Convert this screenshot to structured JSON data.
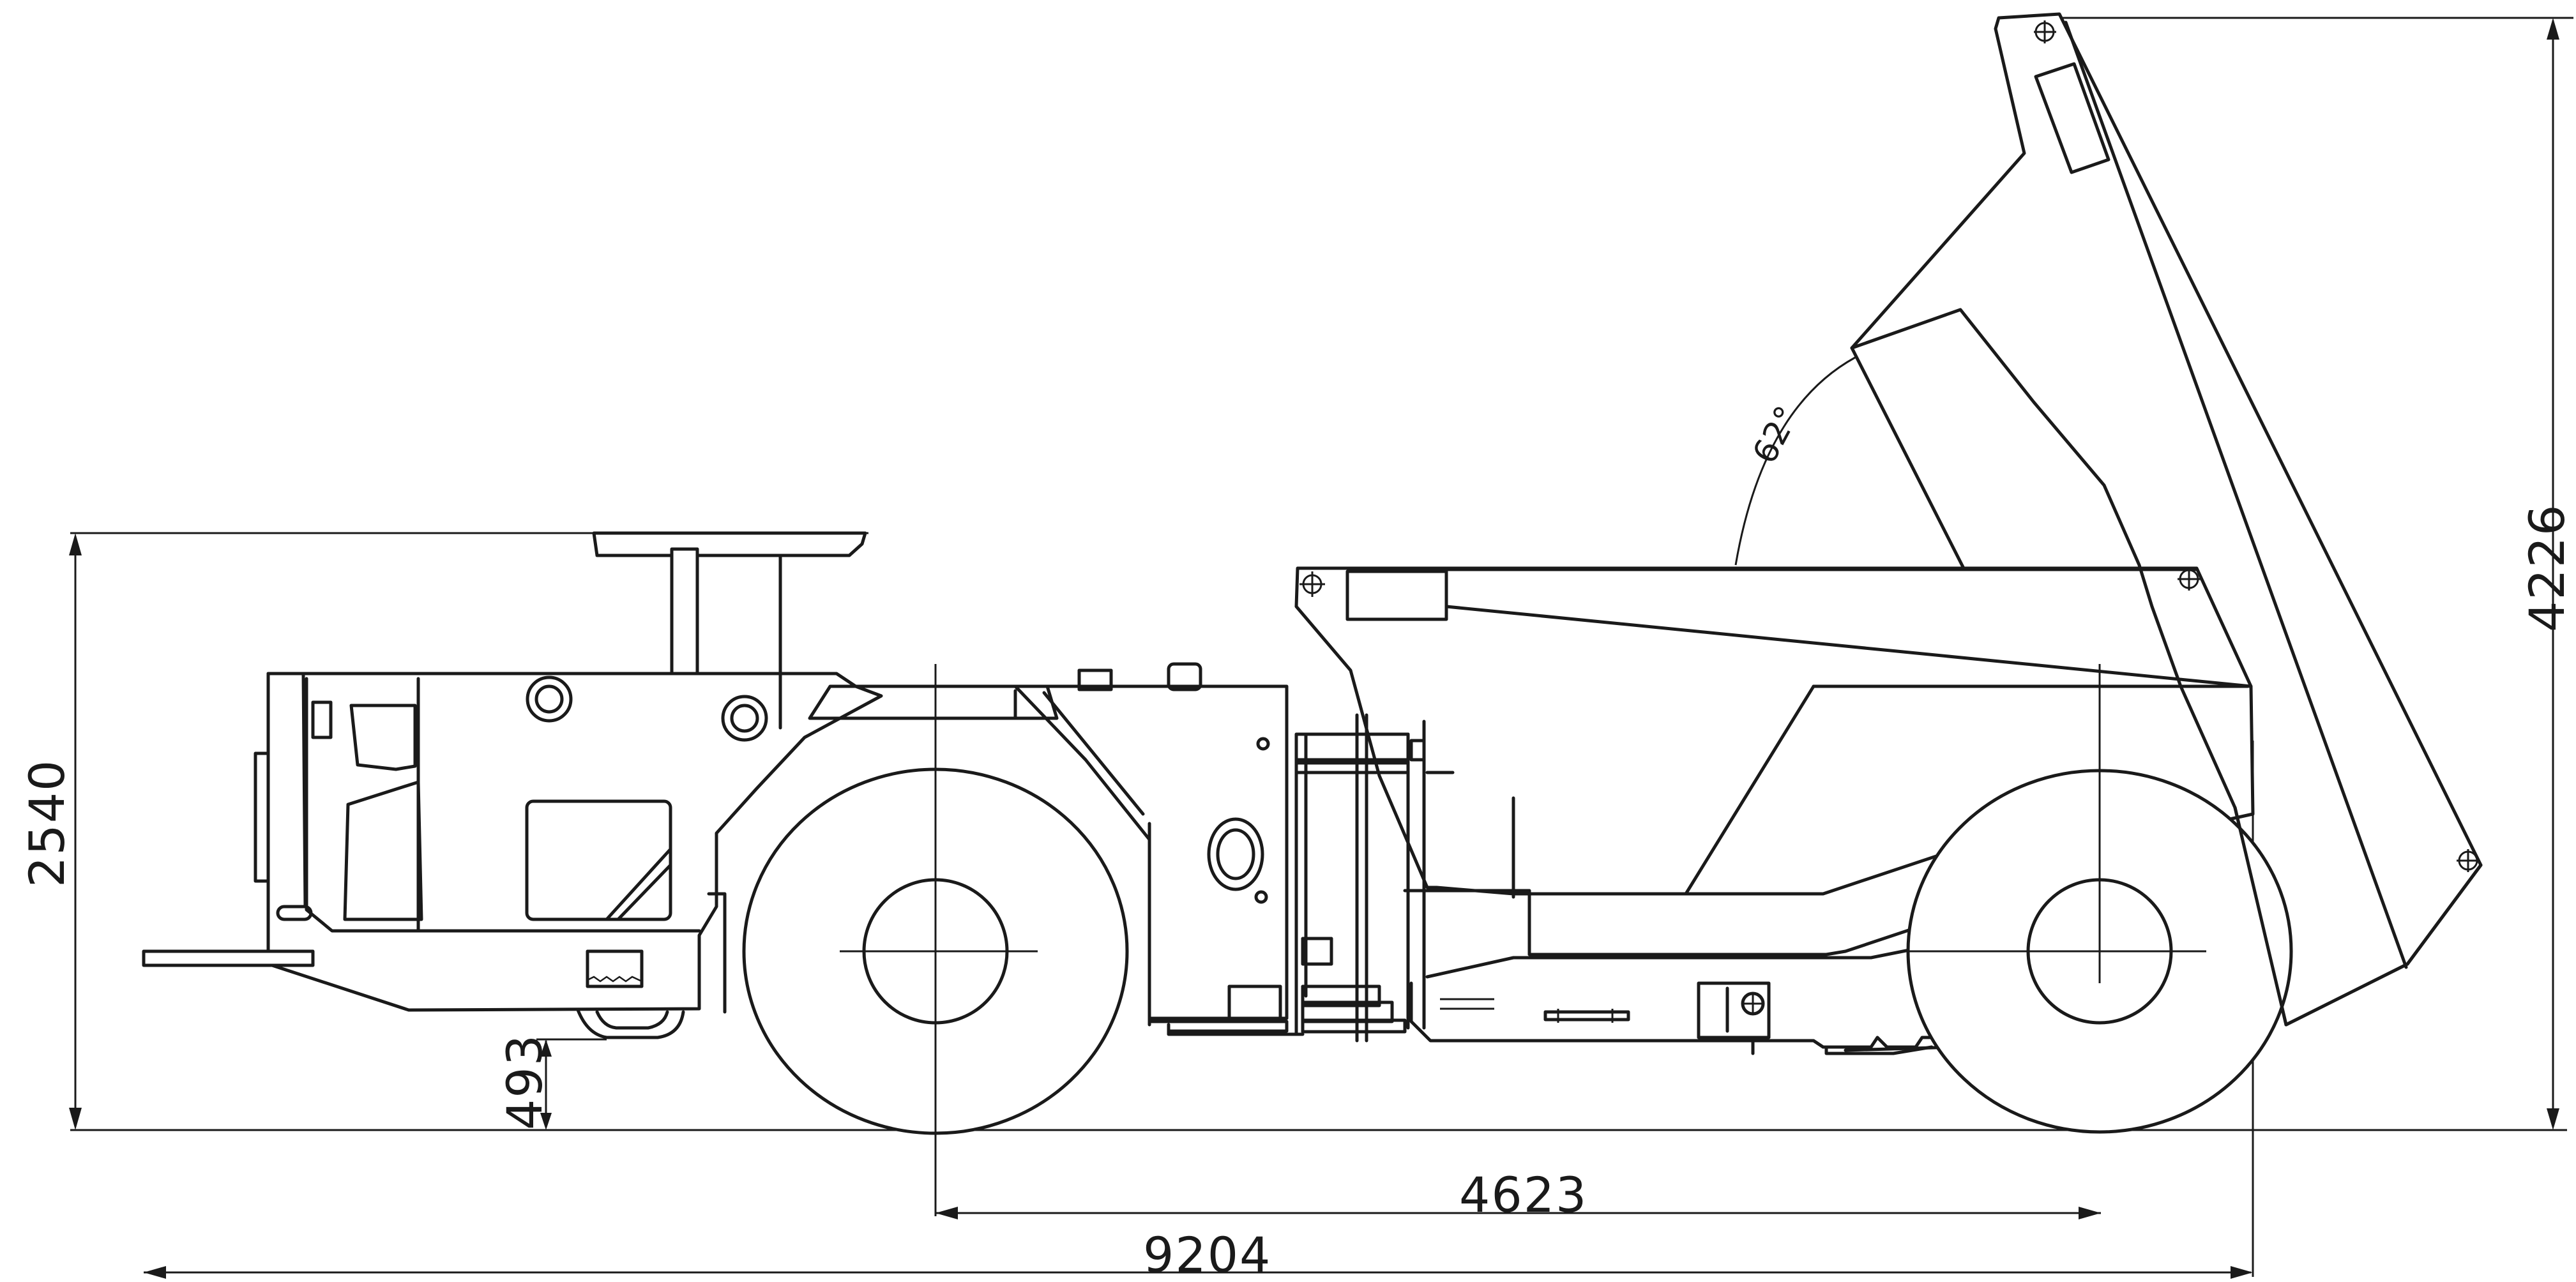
{
  "dimensions": {
    "overall_length": "9204",
    "wheelbase": "4623",
    "cab_height": "2540",
    "ground_clearance": "493",
    "dump_height": "4226",
    "dump_angle": "62°"
  }
}
